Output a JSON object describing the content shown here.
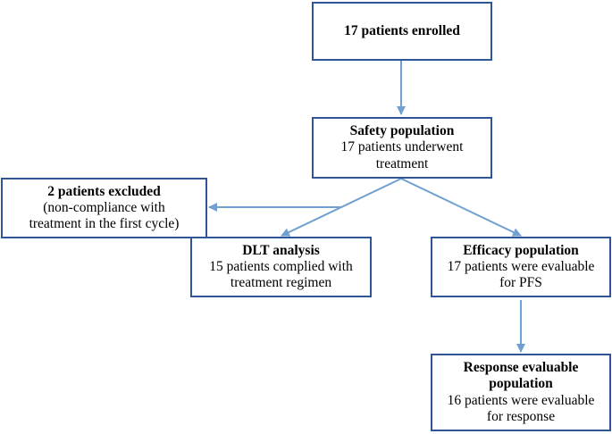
{
  "colors": {
    "box_border": "#2f5597",
    "arrow": "#6fa0d0",
    "text": "#000000",
    "background": "#ffffff"
  },
  "boxes": {
    "enrolled": {
      "title": "17 patients enrolled"
    },
    "safety": {
      "title": "Safety population",
      "lines": [
        "17 patients underwent",
        "treatment"
      ]
    },
    "excluded": {
      "title": "2 patients excluded",
      "lines": [
        "(non-compliance with",
        "treatment in the first cycle)"
      ]
    },
    "dlt": {
      "title": "DLT analysis",
      "lines": [
        "15 patients complied with",
        "treatment regimen"
      ]
    },
    "efficacy": {
      "title": "Efficacy population",
      "lines": [
        "17 patients were evaluable",
        "for PFS"
      ]
    },
    "response": {
      "title_lines": [
        "Response evaluable",
        "population"
      ],
      "lines": [
        "16 patients were evaluable",
        "for response"
      ]
    }
  }
}
